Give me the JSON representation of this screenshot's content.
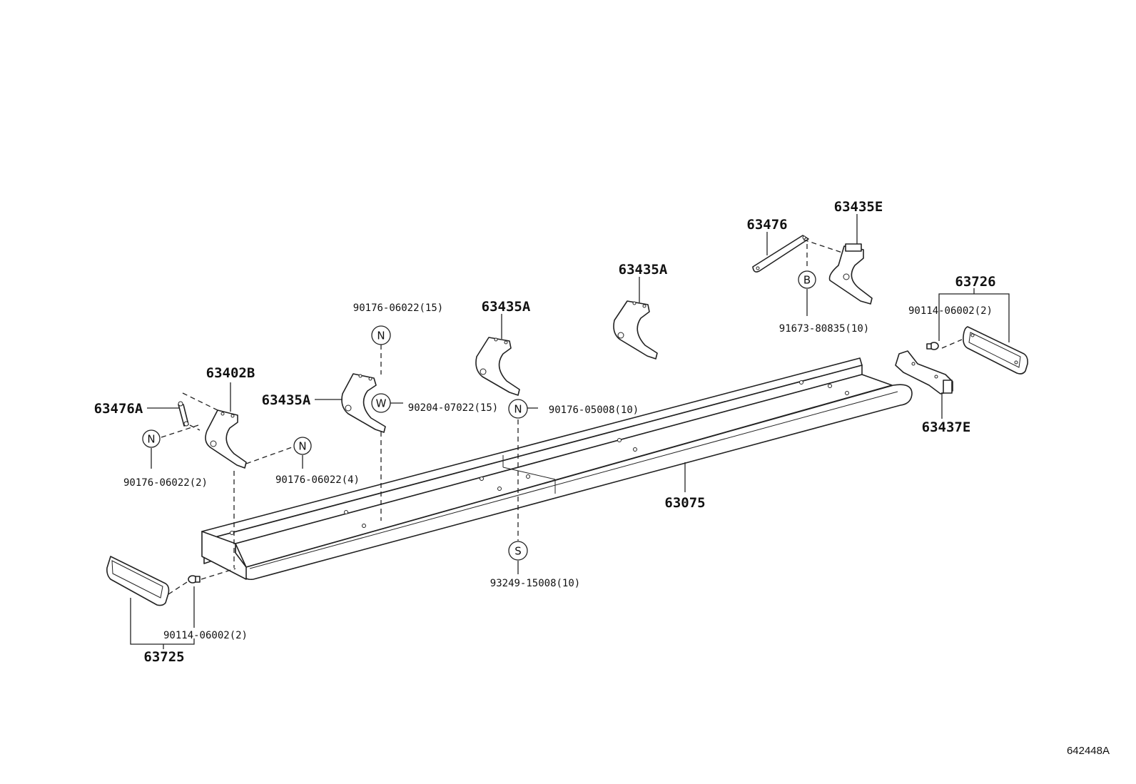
{
  "parts": {
    "p63402B": "63402B",
    "p63476A": "63476A",
    "p63435A": "63435A",
    "p63476": "63476",
    "p63435E": "63435E",
    "p63726": "63726",
    "p63437E": "63437E",
    "p63075": "63075",
    "p63725": "63725"
  },
  "refs": {
    "r90176_06022_15": "90176-06022(15)",
    "r90204_07022_15": "90204-07022(15)",
    "r90176_05008_10": "90176-05008(10)",
    "r90176_06022_2": "90176-06022(2)",
    "r90176_06022_4": "90176-06022(4)",
    "r93249_15008_10": "93249-15008(10)",
    "r91673_80835_10": "91673-80835(10)",
    "r90114_06002_2": "90114-06002(2)"
  },
  "callouts": {
    "n": "N",
    "w": "W",
    "s": "S",
    "b": "B"
  },
  "drawing_code": "642448A",
  "colors": {
    "line": "#222222",
    "background": "#ffffff"
  }
}
